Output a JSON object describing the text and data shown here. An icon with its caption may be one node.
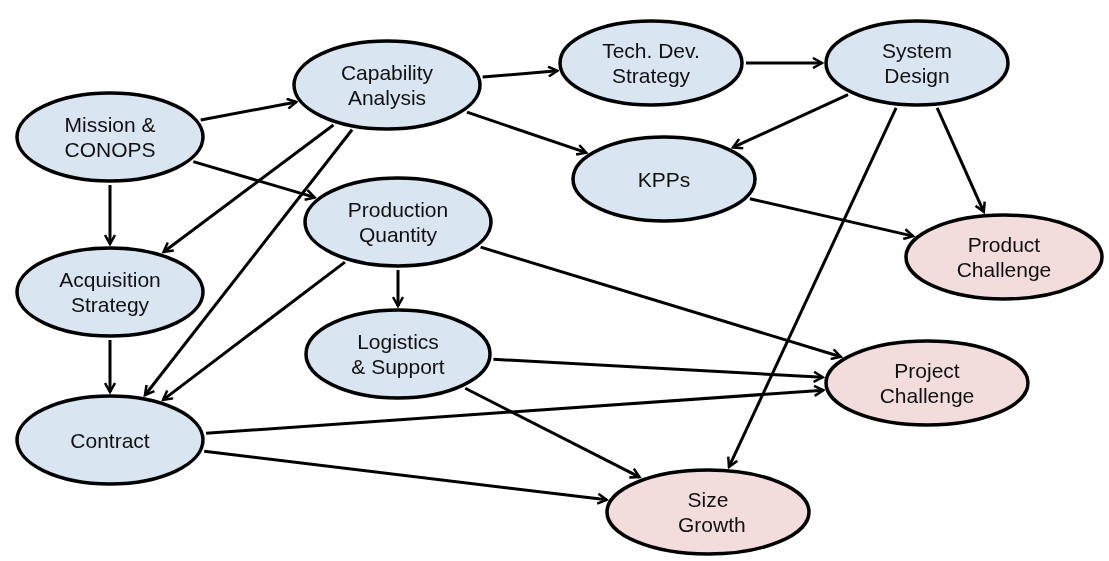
{
  "diagram": {
    "nodes": [
      {
        "text": [
          "Mission & CONOPS"
        ]
      },
      {
        "text": [
          "Capability Analysis"
        ]
      },
      {
        "text": [
          "Tech. Dev. Strategy"
        ]
      },
      {
        "text": [
          "System Design"
        ]
      },
      {
        "text": [
          "KPPs"
        ]
      },
      {
        "text": [
          "Production Quantity"
        ]
      },
      {
        "text": [
          "Acquisition Strategy"
        ]
      },
      {
        "text": [
          "Product Challenge"
        ]
      },
      {
        "text": [
          "Logistics & Support"
        ]
      },
      {
        "text": [
          "Project Challenge"
        ]
      },
      {
        "text": [
          "Contract"
        ]
      },
      {
        "text": [
          "Size Growth"
        ]
      }
    ],
    "edges": [
      {
        "from": 0,
        "to": 1,
        "arrow": "to"
      },
      {
        "from": 0,
        "to": 5,
        "arrow": "to"
      },
      {
        "from": 0,
        "to": 6,
        "arrow": "to"
      },
      {
        "from": 1,
        "to": 2,
        "arrow": "to"
      },
      {
        "from": 1,
        "to": 4,
        "arrow": "to"
      },
      {
        "from": 1,
        "to": 6,
        "arrow": "to"
      },
      {
        "from": 1,
        "to": 10,
        "arrow": "to"
      },
      {
        "from": 2,
        "to": 3,
        "arrow": "to"
      },
      {
        "from": 3,
        "to": 4,
        "arrow": "to"
      },
      {
        "from": 3,
        "to": 7,
        "arrow": "to"
      },
      {
        "from": 3,
        "to": 11,
        "arrow": "to"
      },
      {
        "from": 4,
        "to": 7,
        "arrow": "to"
      },
      {
        "from": 5,
        "to": 10,
        "arrow": "to"
      },
      {
        "from": 5,
        "to": 8,
        "arrow": "to"
      },
      {
        "from": 5,
        "to": 9,
        "arrow": "to"
      },
      {
        "from": 6,
        "to": 10,
        "arrow": "to"
      },
      {
        "from": 8,
        "to": 9,
        "arrow": "to"
      },
      {
        "from": 8,
        "to": 11,
        "arrow": "to"
      },
      {
        "from": 10,
        "to": 9,
        "arrow": "to"
      },
      {
        "from": 10,
        "to": 11,
        "arrow": "to"
      }
    ]
  }
}
